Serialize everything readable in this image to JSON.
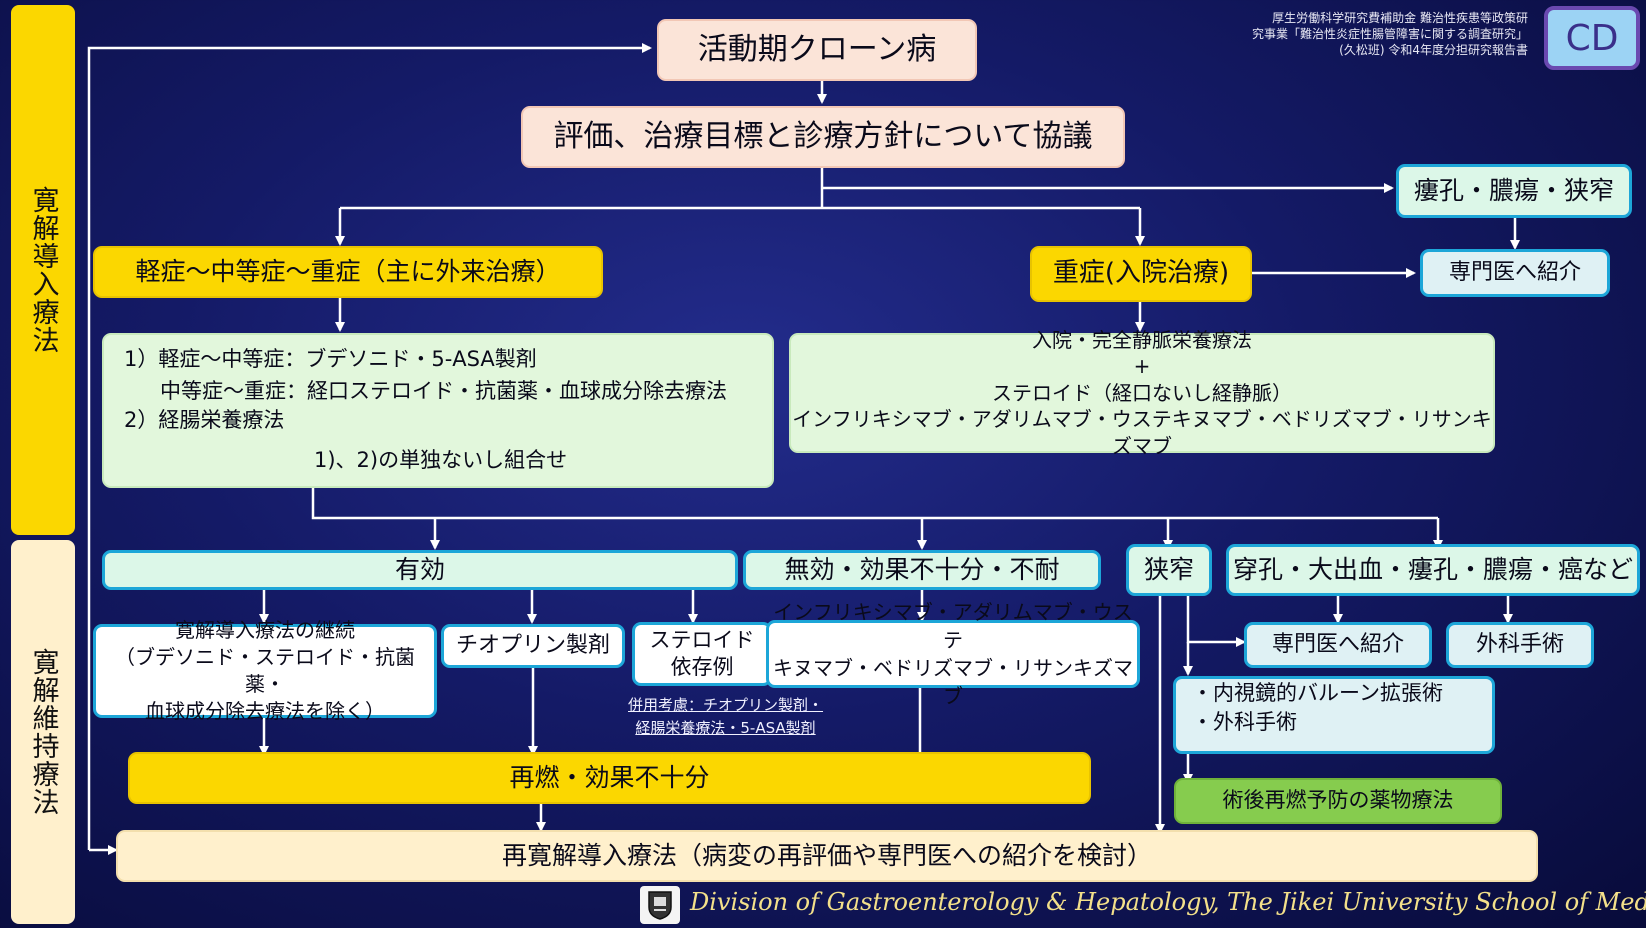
{
  "side_labels": {
    "induction": "寛解導入療法",
    "maintenance": "寛解維持療法"
  },
  "header": {
    "lines": [
      "厚生労働科学研究費補助金 難治性疾患等政策研",
      "究事業「難治性炎症性腸管障害に関する調査研究」",
      "(久松班) 令和4年度分担研究報告書"
    ],
    "badge": "CD"
  },
  "nodes": {
    "active_cd": "活動期クローン病",
    "evaluation": "評価、治療目標と診療方針について協議",
    "fistula_abscess_stenosis": "瘻孔・膿瘍・狭窄",
    "refer_specialist_top": "専門医へ紹介",
    "mild_moderate_severe": "軽症〜中等症〜重症（主に外来治療）",
    "severe_inpatient": "重症(入院治療)",
    "outpatient_treatment": {
      "line1": "1）軽症〜中等症：ブデソニド・5-ASA製剤",
      "line2": "中等症〜重症：経口ステロイド・抗菌薬・血球成分除去療法",
      "line3": "2）経腸栄養療法",
      "line4": "1)、2)の単独ないし組合せ"
    },
    "inpatient_treatment": {
      "line1": "入院・完全静脈栄養療法",
      "line2": "+",
      "line3": "ステロイド（経口ないし経静脈）",
      "line4": "インフリキシマブ・アダリムマブ・ウステキヌマブ・ベドリズマブ・リサンキズマブ"
    },
    "effective": "有効",
    "ineffective": "無効・効果不十分・不耐",
    "stenosis": "狭窄",
    "perforation_etc": "穿孔・大出血・瘻孔・膿瘍・癌など",
    "continue_induction": {
      "line1": "寛解導入療法の継続",
      "line2": "（ブデソニド・ステロイド・抗菌薬・",
      "line3": "血球成分除去療法を除く）"
    },
    "thiopurine": "チオプリン製剤",
    "steroid_dependent": {
      "line1": "ステロイド",
      "line2": "依存例"
    },
    "concomitant_note": {
      "line1": "併用考慮：チオプリン製剤・",
      "line2": "経腸栄養療法・5-ASA製剤"
    },
    "biologics": {
      "line1": "インフリキシマブ・アダリムマブ・ウステ",
      "line2": "キヌマブ・ベドリズマブ・リサンキズマブ"
    },
    "refer_specialist_bottom": "専門医へ紹介",
    "surgery": "外科手術",
    "endoscopic": {
      "line1": "・内視鏡的バルーン拡張術",
      "line2": "・外科手術"
    },
    "postop_prevention": "術後再燃予防の薬物療法",
    "relapse": "再燃・効果不十分",
    "re_induction": "再寛解導入療法（病変の再評価や専門医への紹介を検討）"
  },
  "footer": "Division of Gastroenterology & Hepatology, The Jikei University School of Medicine",
  "colors": {
    "yellow": "#fbd700",
    "pink": "#fbe4d8",
    "mint": "#e2f7dc",
    "cyan_border": "#1da6d8",
    "green": "#86cc4e",
    "cream": "#fff0cc"
  }
}
